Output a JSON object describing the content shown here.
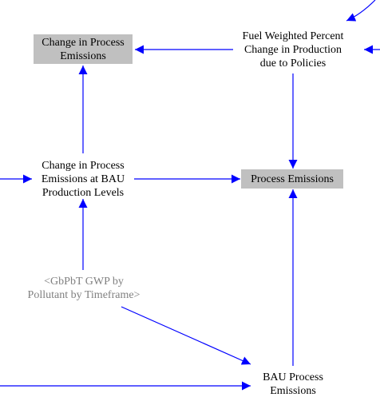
{
  "nodes": {
    "change_in_process_emissions": {
      "label": "Change in Process\nEmissions",
      "style": "level"
    },
    "fuel_weighted_percent_change": {
      "label": "Fuel Weighted Percent\nChange in Production\ndue to Policies",
      "style": "aux"
    },
    "change_in_process_emissions_bau": {
      "label": "Change in Process\nEmissions at BAU\nProduction Levels",
      "style": "aux"
    },
    "process_emissions": {
      "label": "Process Emissions",
      "style": "level"
    },
    "gbpbt_gwp": {
      "label": "<GbPbT GWP by\nPollutant by Timeframe>",
      "style": "shadow"
    },
    "bau_process_emissions": {
      "label": "BAU Process\nEmissions",
      "style": "aux"
    }
  },
  "colors": {
    "arrow": "#0000ff",
    "level_fill": "#c0c0c0",
    "shadow_text": "#808080"
  }
}
